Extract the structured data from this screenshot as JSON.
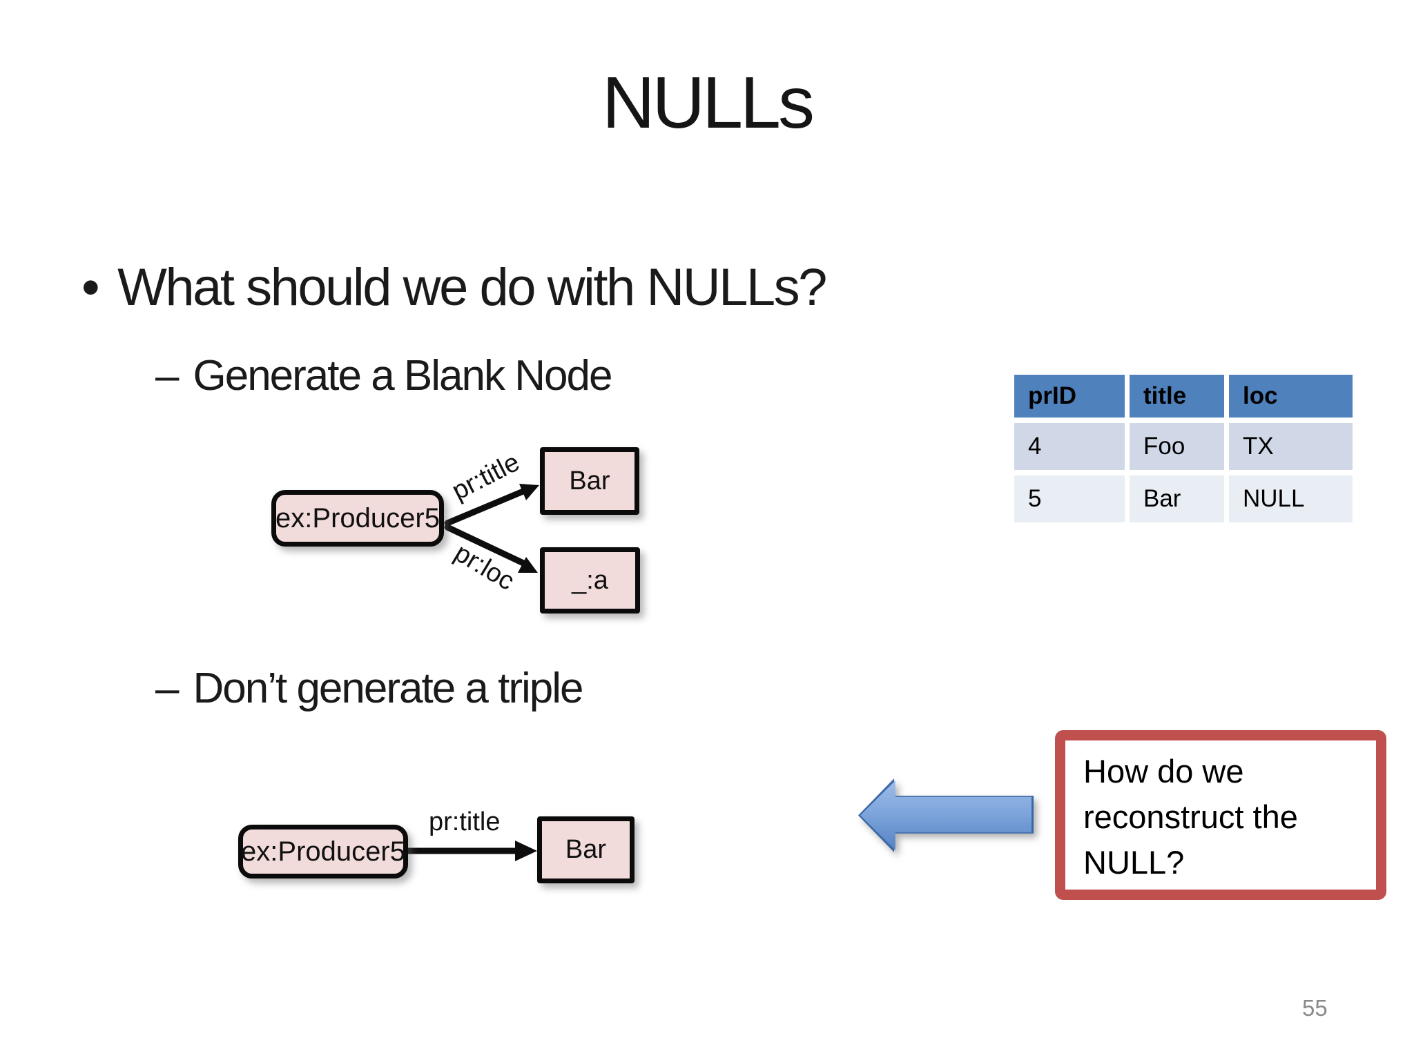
{
  "slide": {
    "title": "NULLs",
    "page_number": "55"
  },
  "bullets": {
    "marker": "•",
    "dash": "–",
    "main": "What should we do with NULLs?",
    "sub1": "Generate a Blank Node",
    "sub2": "Don’t generate a triple"
  },
  "diagram1": {
    "subject": "ex:Producer5",
    "edge1": {
      "label": "pr:title",
      "target": "Bar"
    },
    "edge2": {
      "label": "pr:loc",
      "target": "_:a"
    }
  },
  "diagram2": {
    "subject": "ex:Producer5",
    "edge": {
      "label": "pr:title",
      "target": "Bar"
    }
  },
  "table": {
    "headers": [
      "prID",
      "title",
      "loc"
    ],
    "rows": [
      [
        "4",
        "Foo",
        "TX"
      ],
      [
        "5",
        "Bar",
        "NULL"
      ]
    ]
  },
  "callout": {
    "text": "How do we reconstruct the NULL?"
  },
  "colors": {
    "node_fill": "#F2DCDB",
    "node_border": "#0B0B0B",
    "table_header_bg": "#4F81BD",
    "table_row_dark": "#D0D8E8",
    "table_row_light": "#E9EDF4",
    "callout_border": "#C0504D",
    "arrow_fill_top": "#9DBCE8",
    "arrow_fill_bottom": "#5582C4",
    "arrow_border": "#3A67A5",
    "page_number_gray": "#8A8A8A"
  }
}
